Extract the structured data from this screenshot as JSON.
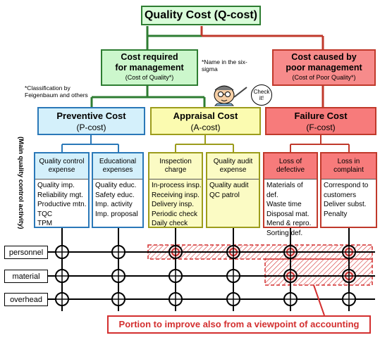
{
  "title": "Quality Cost (Q-cost)",
  "management": {
    "line1": "Cost required",
    "line2": "for management",
    "line3": "(Cost of Quality*)"
  },
  "poor": {
    "line1": "Cost caused  by",
    "line2": "poor management",
    "line3": "(Cost of Poor Quality*)"
  },
  "note_sixsigma": "*Name in the six-sigma",
  "note_feigenbaum": "*Classification by Feigenbaum and others",
  "check_bubble": "Check it!",
  "vertical_label": "(Main quality control activity)",
  "preventive": {
    "line1": "Preventive Cost",
    "line2": "(P-cost)"
  },
  "appraisal": {
    "line1": "Appraisal Cost",
    "line2": "(A-cost)"
  },
  "failure": {
    "line1": "Failure Cost",
    "line2": "(F-cost)"
  },
  "categories": [
    {
      "header": "Quality control expense",
      "items": [
        "Quality imp.",
        "Reliability mgt.",
        "Productive mtn.",
        "TQC",
        "TPM"
      ]
    },
    {
      "header": "Educational expenses",
      "items": [
        "Quality educ.",
        "Safety educ.",
        "Imp. activity",
        "Imp. proposal"
      ]
    },
    {
      "header": "Inspection charge",
      "items": [
        "In-process insp.",
        "Receiving insp.",
        "Delivery insp.",
        "Periodic check",
        "Daily check"
      ]
    },
    {
      "header": "Quality audit expense",
      "items": [
        "Quality audit",
        "QC patrol"
      ]
    },
    {
      "header": "Loss of defective",
      "items": [
        "Materials of def.",
        "Waste time",
        "Disposal mat.",
        "Mend & repro.",
        "Sorting def."
      ]
    },
    {
      "header": "Loss in complaint",
      "items": [
        "Correspond to customers",
        "Deliver subst.",
        "Penalty"
      ]
    }
  ],
  "rows": [
    "personnel",
    "material",
    "overhead"
  ],
  "portion_label": "Portion to improve also from a viewpoint of accounting",
  "colors": {
    "green": "#2e7d32",
    "red": "#c0392b",
    "blue": "#2a78b8",
    "olive": "#9c9c1c",
    "alert": "#d32f2f"
  }
}
